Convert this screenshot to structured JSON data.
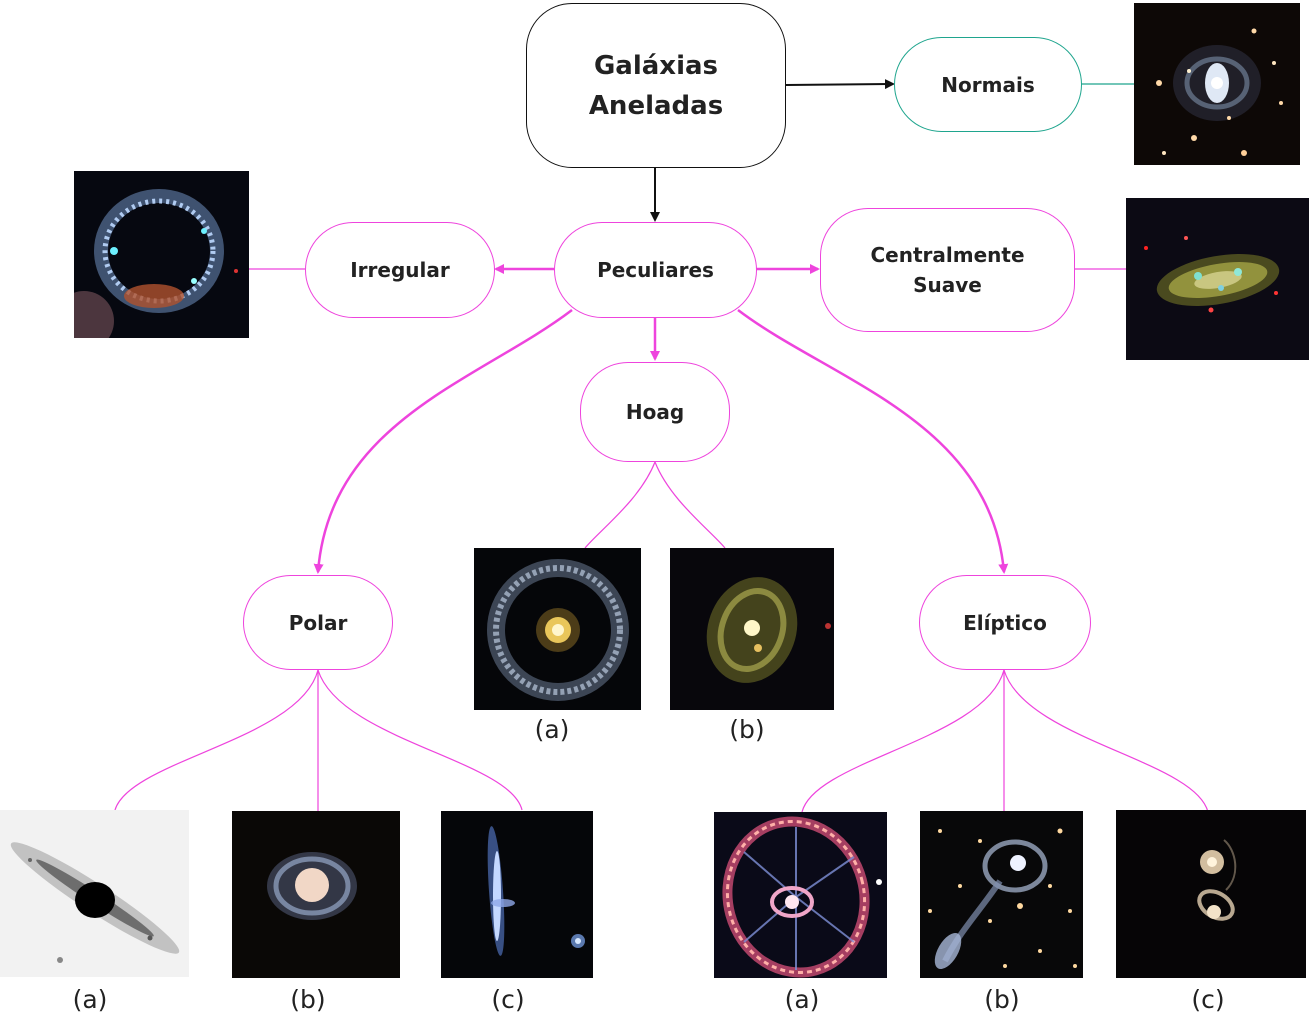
{
  "colors": {
    "root_border": "#111111",
    "pink": "#ee44dd",
    "teal": "#1fa58e"
  },
  "nodes": {
    "root": "Galáxias\nAneladas",
    "normais": "Normais",
    "peculiares": "Peculiares",
    "irregular": "Irregular",
    "centralmente_suave": "Centralmente\nSuave",
    "hoag": "Hoag",
    "polar": "Polar",
    "eliptico": "Elíptico"
  },
  "captions": {
    "hoag": [
      "(a)",
      "(b)"
    ],
    "polar": [
      "(a)",
      "(b)",
      "(c)"
    ],
    "eliptico": [
      "(a)",
      "(b)",
      "(c)"
    ]
  }
}
